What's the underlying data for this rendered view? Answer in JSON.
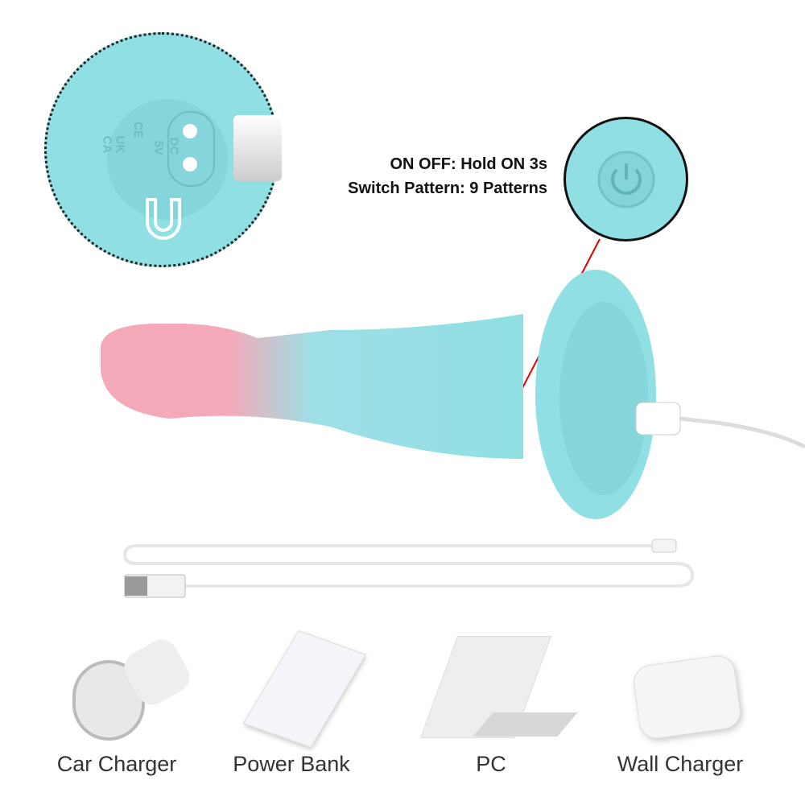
{
  "inset": {
    "markings": [
      "DC",
      "5V",
      "CE",
      "UK",
      "CA"
    ]
  },
  "power_info": {
    "line1": "ON OFF: Hold ON 3s",
    "line2": "Switch Pattern: 9 Patterns"
  },
  "chargers": [
    {
      "label": "Car Charger"
    },
    {
      "label": "Power Bank"
    },
    {
      "label": "PC"
    },
    {
      "label": "Wall Charger"
    }
  ],
  "colors": {
    "teal": "#8fdfe3",
    "pink": "#f4a9b8",
    "pointer": "#e00000"
  }
}
